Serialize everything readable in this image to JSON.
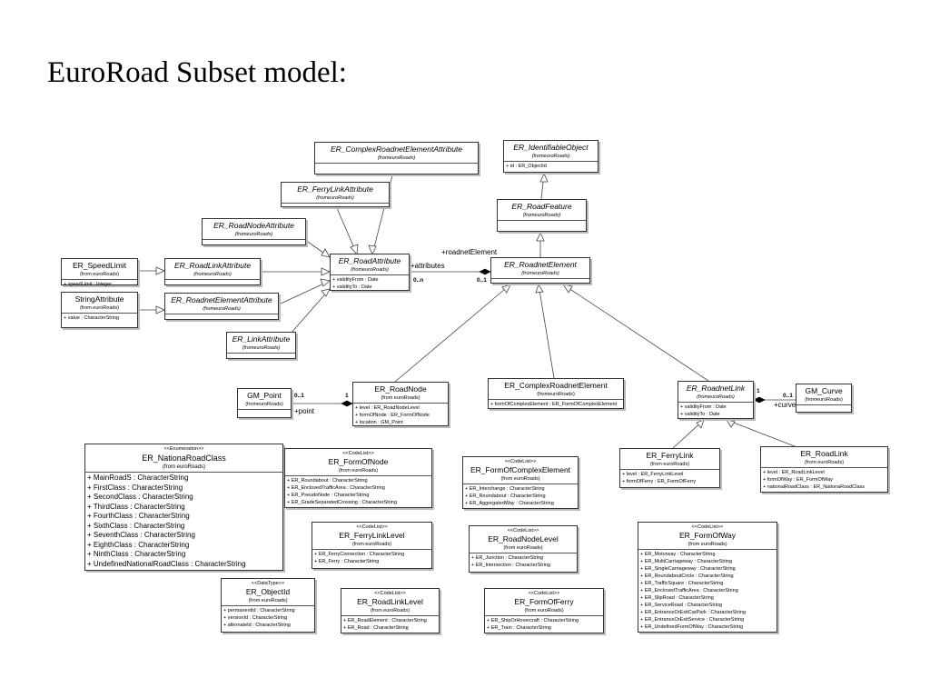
{
  "title": "EuroRoad Subset model:",
  "classes": [
    {
      "id": "complexElemAttr",
      "name": "ER_ComplexRoadnetElementAttribute",
      "italic": true,
      "from": "(fromeuroRoads)",
      "attrs": []
    },
    {
      "id": "identObj",
      "name": "ER_IdentifiableObject",
      "italic": true,
      "from": "(fromeuroRoads)",
      "attrs": [
        "+ id : ER_ObjectId"
      ]
    },
    {
      "id": "ferryLinkAttr",
      "name": "ER_FerryLinkAttribute",
      "italic": true,
      "from": "(fromeuroRoads)",
      "attrs": []
    },
    {
      "id": "roadFeature",
      "name": "ER_RoadFeature",
      "italic": true,
      "from": "(fromeuroRoads)",
      "attrs": []
    },
    {
      "id": "roadNodeAttr",
      "name": "ER_RoadNodeAttribute",
      "italic": true,
      "from": "(fromeuroRoads)",
      "attrs": []
    },
    {
      "id": "speedLimit",
      "name": "ER_SpeedLimit",
      "italic": false,
      "from": "(from euroRoads)",
      "attrs": [
        "+ speedLimit : Integer"
      ]
    },
    {
      "id": "roadLinkAttr",
      "name": "ER_RoadLinkAttribute",
      "italic": true,
      "from": "(fromeuroRoads)",
      "attrs": []
    },
    {
      "id": "roadAttr",
      "name": "ER_RoadAttribute",
      "italic": true,
      "from": "(fromeuroRoads)",
      "attrs": [
        "+ validityFrom : Date",
        "+ validityTo : Date"
      ]
    },
    {
      "id": "roadnetElement",
      "name": "ER_RoadnetElement",
      "italic": true,
      "from": "(fromeuroRoads)",
      "attrs": []
    },
    {
      "id": "stringAttr",
      "name": "StringAttribute",
      "italic": false,
      "from": "(from euroRoads)",
      "attrs": [
        "+ value : CharacterString"
      ]
    },
    {
      "id": "roadnetElemAttr",
      "name": "ER_RoadnetElementAttribute",
      "italic": true,
      "from": "(fromeuroRoads)",
      "attrs": []
    },
    {
      "id": "linkAttr",
      "name": "ER_LinkAttribute",
      "italic": true,
      "from": "(fromeuroRoads)",
      "attrs": []
    },
    {
      "id": "gmPoint",
      "name": "GM_Point",
      "italic": false,
      "from": "(fromeuroRoads)",
      "attrs": []
    },
    {
      "id": "roadNode",
      "name": "ER_RoadNode",
      "italic": false,
      "from": "(from euroRoads)",
      "attrs": [
        "+ level : ER_RoadNodeLevel",
        "+ formOfNode : ER_FormOfNode",
        "+ location : GM_Point"
      ]
    },
    {
      "id": "complexRoadnet",
      "name": "ER_ComplexRoadnetElement",
      "italic": false,
      "from": "(fromeuroRoads)",
      "attrs": [
        "+ formOfComplexElement : ER_FormOfComplexElement"
      ]
    },
    {
      "id": "roadnetLink",
      "name": "ER_RoadnetLink",
      "italic": true,
      "from": "(fromeuroRoads)",
      "attrs": [
        "+ validityFrom : Date",
        "+ validityTo : Date"
      ]
    },
    {
      "id": "gmCurve",
      "name": "GM_Curve",
      "italic": false,
      "from": "(fromeuroRoads)",
      "attrs": []
    },
    {
      "id": "nationaClass",
      "stereotype": "<<Enumeration>>",
      "name": "ER_NationaRoadClass",
      "italic": false,
      "from": "(from euroRoads)",
      "big": true,
      "attrs": [
        "+ MainRoadS : CharacterString",
        "+ FirstClass : CharacterString",
        "+ SecondClass : CharacterString",
        "+ ThirdClass : CharacterString",
        "+ FourthClass : CharacterString",
        "+ SixthClass : CharacterString",
        "+ SeventhClass : CharacterString",
        "+ EighthClass : CharacterString",
        "+ NinthClass : CharacterString",
        "+ UndefinedNationalRoadClass : CharacterString"
      ]
    },
    {
      "id": "formOfNode",
      "stereotype": "<<CodeList>>",
      "name": "ER_FormOfNode",
      "italic": false,
      "from": "(from euroRoads)",
      "attrs": [
        "+ ER_Roundabout : CharacterString",
        "+ ER_EnclosedTrafficArea : CharacterString",
        "+ ER_PseudoNode : CharacterString",
        "+ ER_GradeSeparatedCrossing : CharacterString"
      ]
    },
    {
      "id": "formOfComplex",
      "stereotype": "<<CodeList>>",
      "name": "ER_FormOfComplexElement",
      "italic": false,
      "from": "(from euroRoads)",
      "attrs": [
        "+ ER_Interchange : CharacterString",
        "+ ER_Roundabout : CharacterString",
        "+ ER_AggregatedWay : CharacterString"
      ]
    },
    {
      "id": "ferryLink",
      "name": "ER_FerryLink",
      "italic": false,
      "from": "(from euroRoads)",
      "attrs": [
        "+ level : ER_FerryLinkLevel",
        "+ formOfFerry : ER_FormOfFerry"
      ]
    },
    {
      "id": "roadLink",
      "name": "ER_RoadLink",
      "italic": false,
      "from": "(from euroRoads)",
      "attrs": [
        "+ level : ER_RoadLinkLevel",
        "+ formOfWay : ER_FormOfWay",
        "+ nationalRoadClass : ER_NationaRoadClass"
      ]
    },
    {
      "id": "ferryLinkLevel",
      "stereotype": "<<CodeList>>",
      "name": "ER_FerryLinkLevel",
      "italic": false,
      "from": "(from euroRoads)",
      "attrs": [
        "+ ER_FerryConnection : CharacterString",
        "+ ER_Ferry : CharacterString"
      ]
    },
    {
      "id": "roadNodeLevel",
      "stereotype": "<<CodeList>>",
      "name": "ER_RoadNodeLevel",
      "italic": false,
      "from": "(from euroRoads)",
      "attrs": [
        "+ ER_Junction : CharacterString",
        "+ ER_Intersection : CharacterString"
      ]
    },
    {
      "id": "formOfWay",
      "stereotype": "<<CodeList>>",
      "name": "ER_FormOfWay",
      "italic": false,
      "from": "(from euroRoads)",
      "attrs": [
        "+ ER_Motorway : CharacterString",
        "+ ER_MultiCarriageway : CharacterString",
        "+ ER_SingleCarriageway : CharacterString",
        "+ ER_RoundaboutCircle : CharacterString",
        "+ ER_TrafficSquare : CharacterString",
        "+ ER_EnclosedTrafficArea : CharacterString",
        "+ ER_SlipRoad : CharacterString",
        "+ ER_ServiceRoad : CharacterString",
        "+ ER_EntranceOrExitCarPark : CharacterString",
        "+ ER_EntranceOrExitService : CharacterString",
        "+ ER_UndefinedFormOfWay : CharacterString"
      ]
    },
    {
      "id": "objectId",
      "stereotype": "<<DataType>>",
      "name": "ER_ObjectId",
      "italic": false,
      "from": "(from euroRoads)",
      "attrs": [
        "+ permanentId : CharacterString",
        "+ versionId : CharacterString",
        "+ alternateId : CharacterString"
      ]
    },
    {
      "id": "roadLinkLevel",
      "stereotype": "<<CodeList>>",
      "name": "ER_RoadLinkLevel",
      "italic": false,
      "from": "(from euroRoads)",
      "attrs": [
        "+ ER_RoadElement : CharacterString",
        "+ ER_Road : CharacterString"
      ]
    },
    {
      "id": "formOfFerry",
      "stereotype": "<<CodeList>>",
      "name": "ER_FormOfFerry",
      "italic": false,
      "from": "(from euroRoads)",
      "attrs": [
        "+ ER_ShipOrHovercraft : CharacterString",
        "+ ER_Train : CharacterString"
      ]
    }
  ],
  "labels": {
    "roadnetElementRole": "+roadnetElement",
    "attributesRole": "+attributes",
    "mult0n": "0..n",
    "mult01a": "0..1",
    "mult01b": "0..1",
    "mult1a": "1",
    "pointRole": "+point",
    "mult1b": "1",
    "mult01c": "0..1",
    "curveRole": "+curve"
  }
}
